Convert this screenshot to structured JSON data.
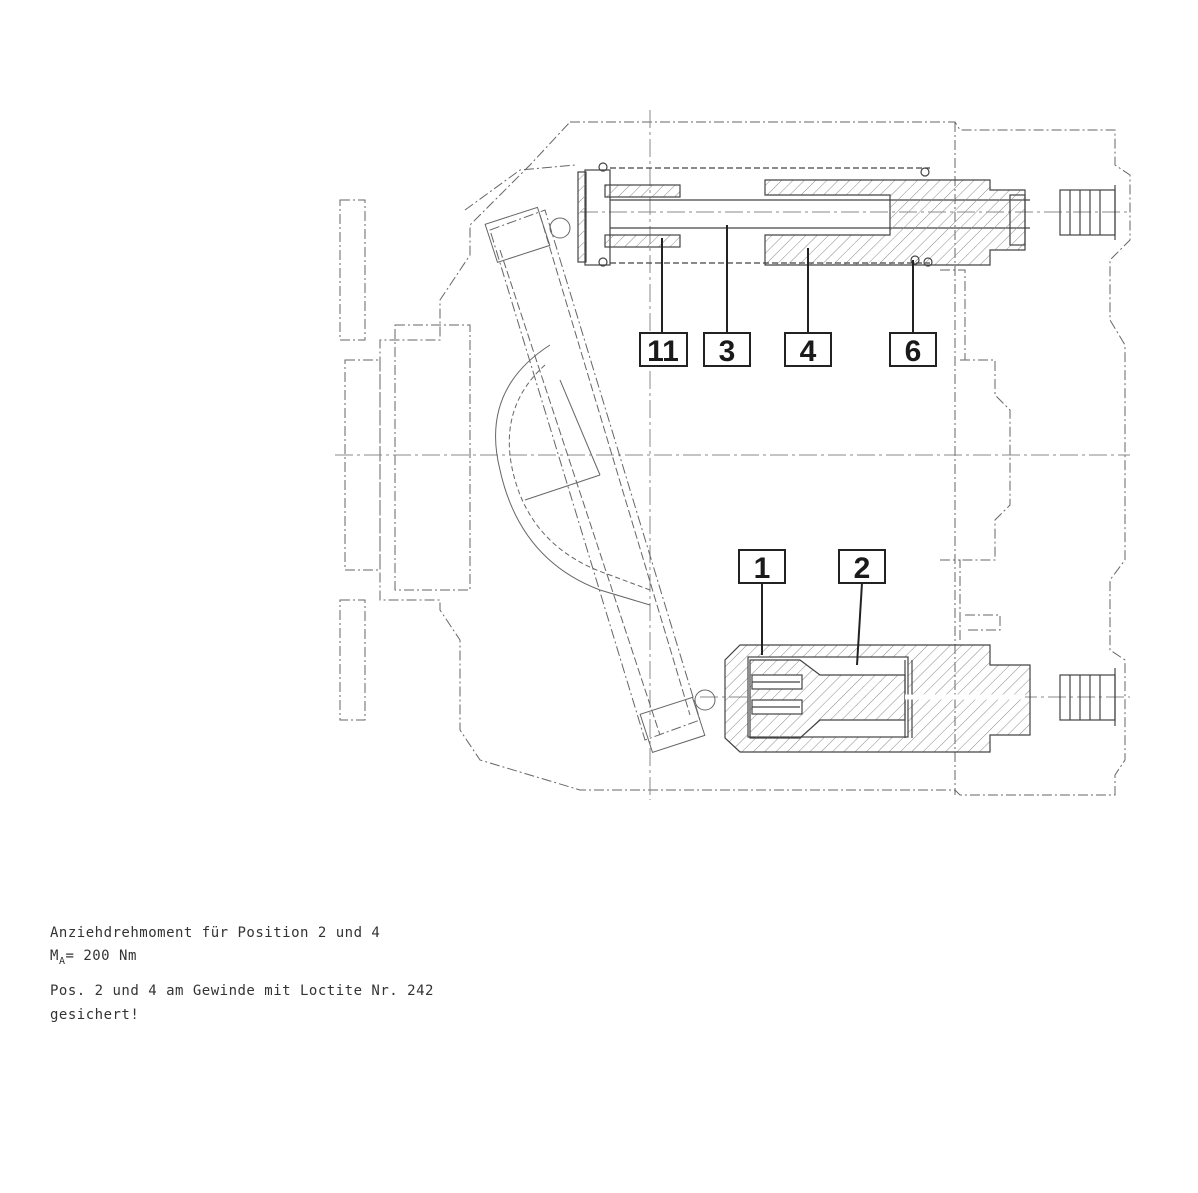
{
  "callouts": {
    "c11": "11",
    "c3": "3",
    "c4": "4",
    "c6": "6",
    "c1": "1",
    "c2": "2"
  },
  "notes": {
    "line1": "Anziehdrehmoment für Position 2 und 4",
    "torque_symbol": "M",
    "torque_subscript": "A",
    "torque_value": "= 200 Nm",
    "line3": "Pos. 2 und 4 am Gewinde mit Loctite Nr. 242",
    "line4": "gesichert!"
  },
  "colors": {
    "line": "#555555",
    "centerline": "#777777",
    "hatch": "#888888",
    "callout_box": "#222222"
  }
}
